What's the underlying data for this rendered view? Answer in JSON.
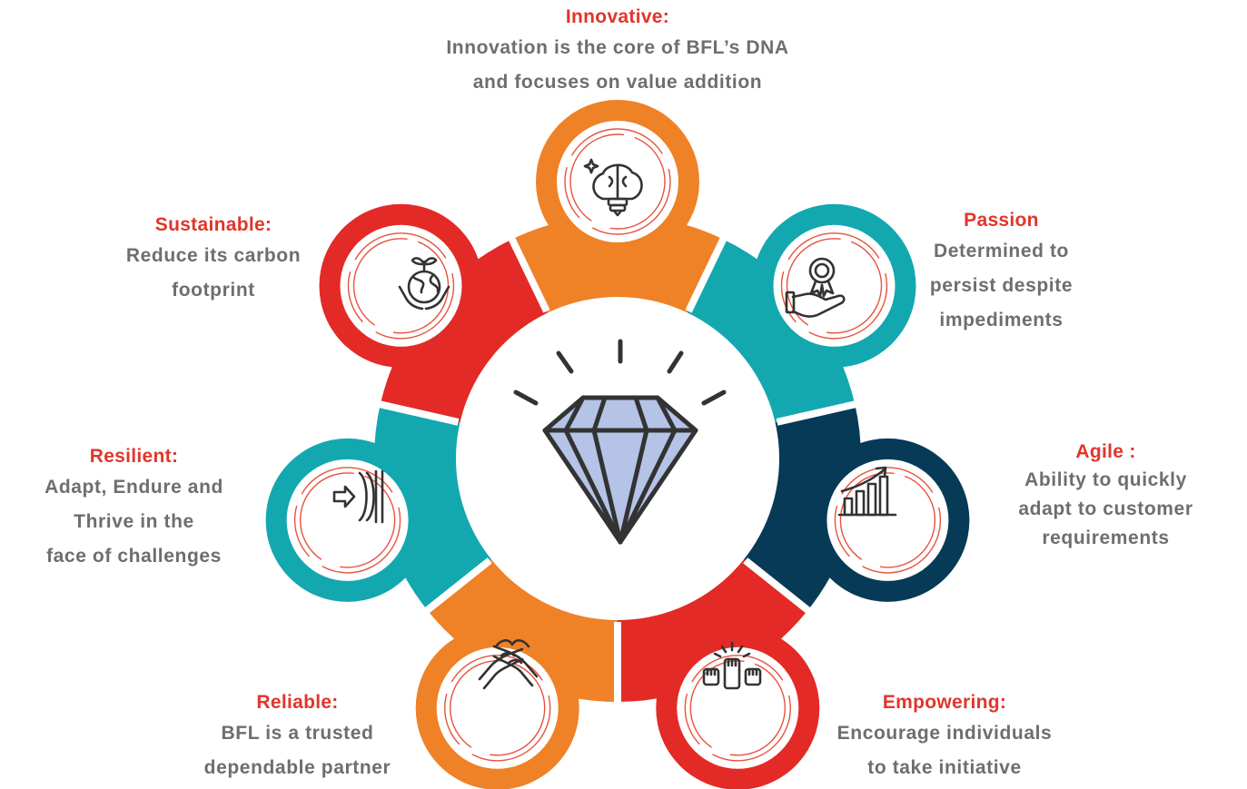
{
  "colors": {
    "title": "#e2352a",
    "text": "#6d6e71",
    "orange": "#ef8126",
    "teal": "#13a8b0",
    "red": "#e32a26",
    "navy": "#063a57",
    "diamond_fill": "#b4c3e6",
    "outline": "#333333"
  },
  "center": {
    "icon": "diamond-icon"
  },
  "values": [
    {
      "key": "innovative",
      "title": "Innovative:",
      "description": "Innovation is the core of  BFL’s DNA\nand focuses on value addition",
      "color": "#ef8126",
      "icon": "brain-lightbulb-icon"
    },
    {
      "key": "passion",
      "title": "Passion",
      "description": "Determined to\npersist despite\nimpediments",
      "color": "#13a8b0",
      "icon": "award-in-hand-icon"
    },
    {
      "key": "agile",
      "title": "Agile :",
      "description": "Ability to quickly\nadapt to customer\nrequirements",
      "color": "#063a57",
      "icon": "growth-chart-icon"
    },
    {
      "key": "empowering",
      "title": "Empowering:",
      "description": "Encourage individuals\nto take initiative",
      "color": "#e32a26",
      "icon": "raised-fists-icon"
    },
    {
      "key": "reliable",
      "title": "Reliable:",
      "description": "BFL is a trusted\ndependable partner",
      "color": "#ef8126",
      "icon": "handshake-icon"
    },
    {
      "key": "resilient",
      "title": "Resilient:",
      "description": "Adapt, Endure and\nThrive in the\nface of challenges",
      "color": "#13a8b0",
      "icon": "resilience-arrow-icon"
    },
    {
      "key": "sustainable",
      "title": "Sustainable:",
      "description": "Reduce its carbon\nfootprint",
      "color": "#e32a26",
      "icon": "earth-in-hands-icon"
    }
  ]
}
